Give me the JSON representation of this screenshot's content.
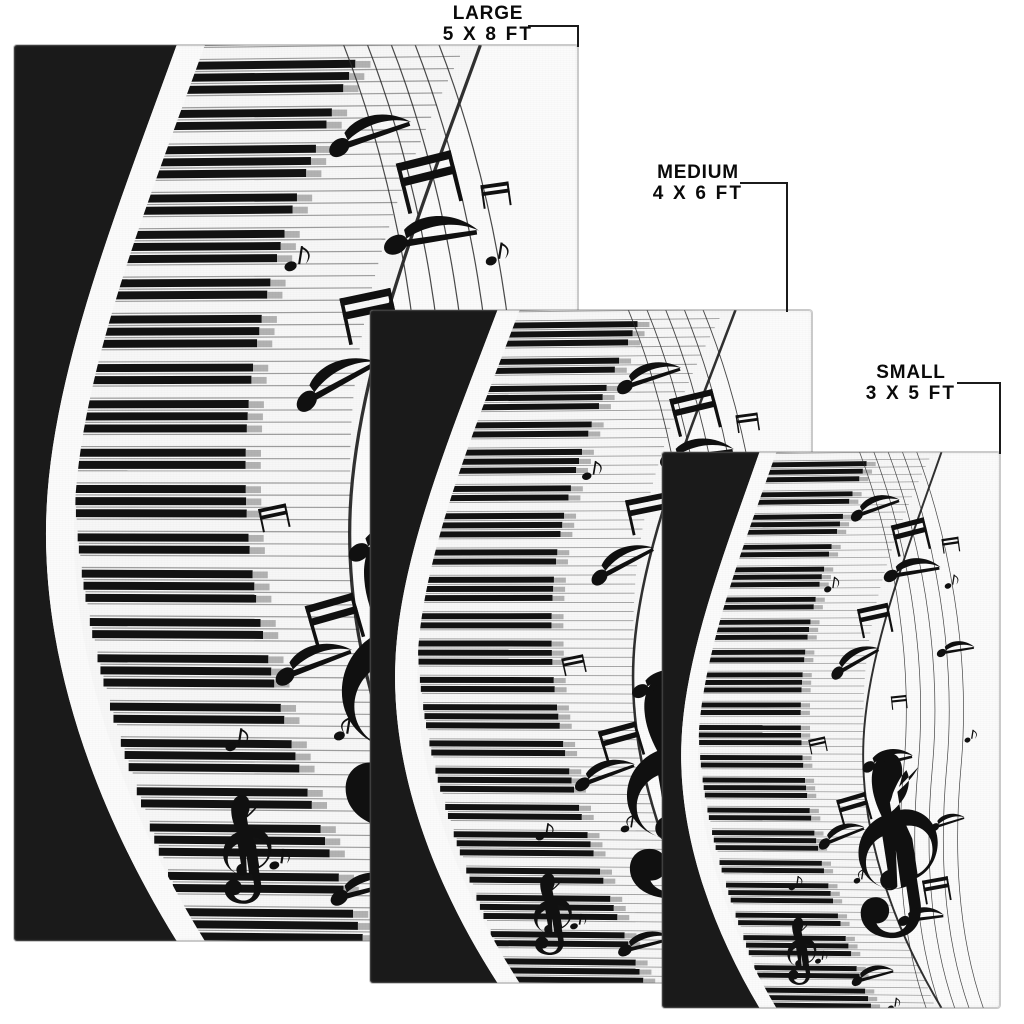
{
  "page": {
    "title": "Piano Keys Music Notes Area Rug - Size Chart",
    "background_color": "#ffffff"
  },
  "colors": {
    "ink": "#0a0a0a",
    "rug_black": "#1a1a1a",
    "rug_white": "#fbfbfb",
    "key_shadow": "#9a9a9a",
    "leader_line": "#1b1b1b",
    "label_text": "#0a0a0a"
  },
  "labels": {
    "large": {
      "name": "LARGE",
      "dimensions": "5 X 8  FT"
    },
    "medium": {
      "name": "MEDIUM",
      "dimensions": "4 X 6  FT"
    },
    "small": {
      "name": "SMALL",
      "dimensions": "3 X 5  FT"
    }
  },
  "rugs": [
    {
      "id": "large",
      "size_name": "LARGE",
      "dimensions": "5 X 8 FT",
      "width_ft": 5,
      "length_ft": 8,
      "artwork": "piano-keys-music-notes"
    },
    {
      "id": "medium",
      "size_name": "MEDIUM",
      "dimensions": "4 X 6 FT",
      "width_ft": 4,
      "length_ft": 6,
      "artwork": "piano-keys-music-notes"
    },
    {
      "id": "small",
      "size_name": "SMALL",
      "dimensions": "3 X 5 FT",
      "width_ft": 3,
      "length_ft": 5,
      "artwork": "piano-keys-music-notes"
    }
  ],
  "artwork": {
    "description": "Curved piano keyboard sweeping down the left side with flowing musical staff lines, treble clefs, eighth and sixteenth notes on a white field",
    "elements": [
      "piano-keyboard",
      "treble-clef",
      "staff-lines",
      "eighth-notes",
      "sixteenth-notes",
      "beamed-notes"
    ]
  }
}
